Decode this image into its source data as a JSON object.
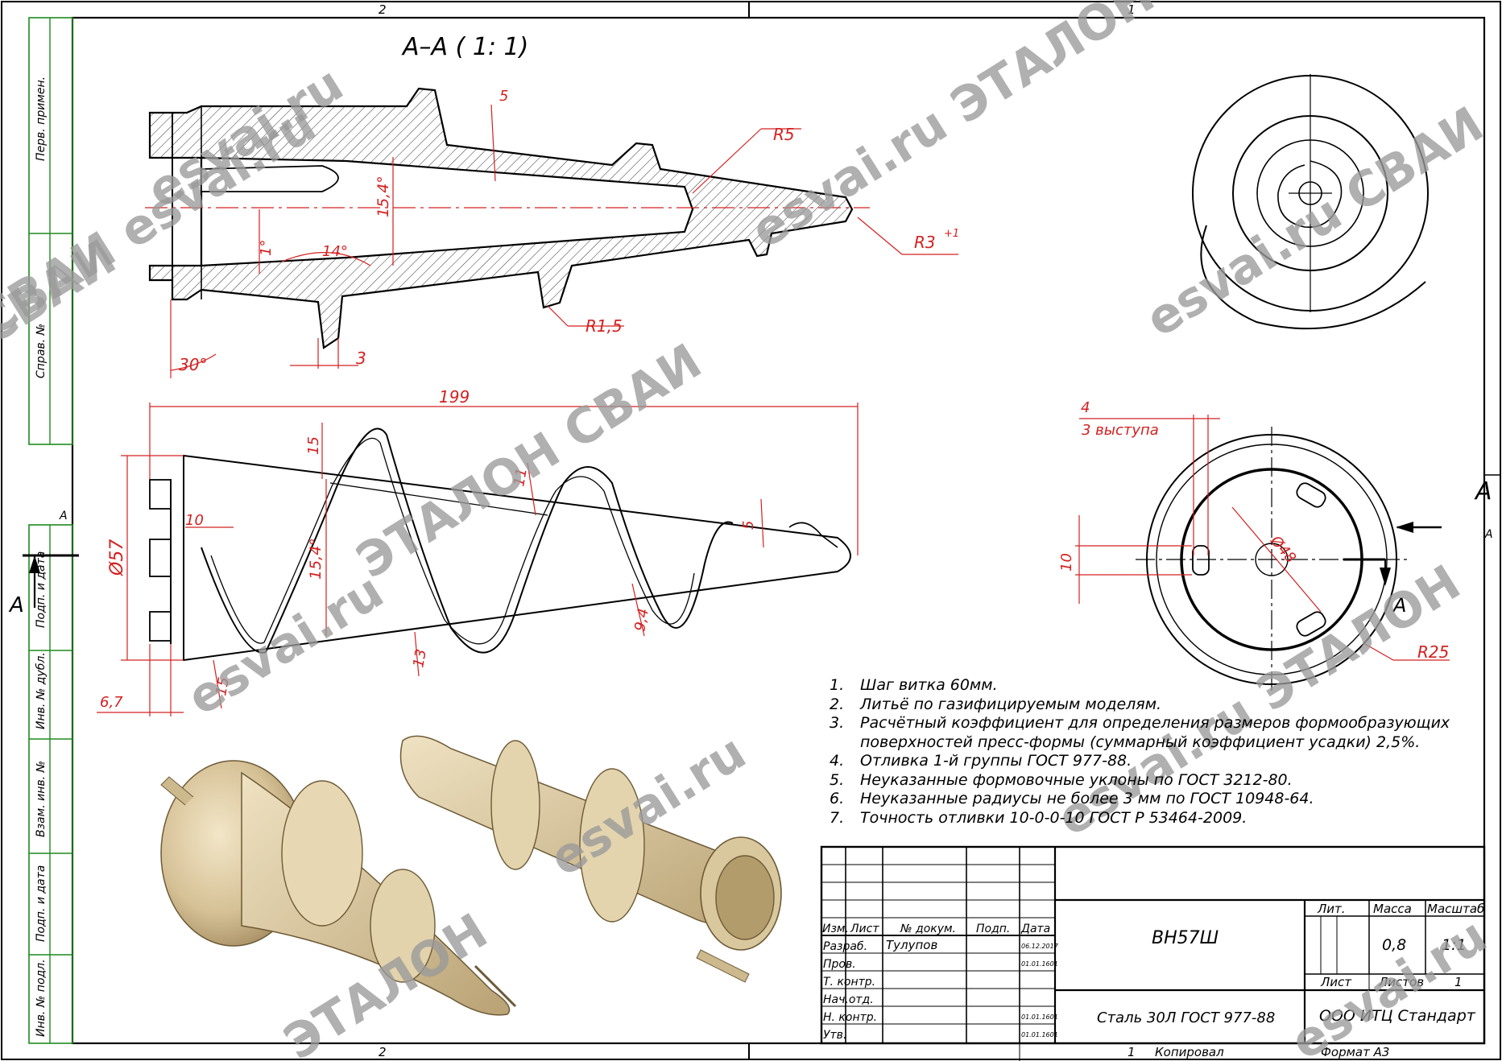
{
  "sheet": {
    "zone_top_left": "2",
    "zone_top_right": "1",
    "zone_bottom_left": "2",
    "zone_bottom_right": "1",
    "zone_right": "A"
  },
  "side_strip": {
    "labels": [
      "Перв. примен.",
      "Справ. №",
      "Подп. и дата",
      "Инв. № дубл.",
      "Взам. инв. №",
      "Подп. и дата",
      "Инв. № подл."
    ]
  },
  "views": {
    "section_title": "А–А ( 1: 1)",
    "section_mark": "А",
    "arrow_label_left": "А",
    "arrow_label_right": "А",
    "arrow_label_mid": "А"
  },
  "dimensions": {
    "section": [
      "5",
      "R5",
      "15,4°",
      "R3",
      "+1",
      "1°",
      "14°",
      "R1,5",
      "30°",
      "3"
    ],
    "side": [
      "199",
      "15",
      "11",
      "5",
      "15,4°",
      "Ø57",
      "10",
      "9,4",
      "13",
      "15",
      "6,7"
    ],
    "end": [
      "4",
      "3 выступа",
      "10",
      "Ø48",
      "R25"
    ]
  },
  "notes": [
    {
      "n": "1.",
      "text": "Шаг витка 60мм."
    },
    {
      "n": "2.",
      "text": "Литьё по газифицируемым моделям."
    },
    {
      "n": "3.",
      "text": "Расчётный коэффициент для определения размеров формообразующих поверхностей пресс-формы (суммарный коэффициент усадки) 2,5%."
    },
    {
      "n": "4.",
      "text": "Отливка 1-й группы ГОСТ 977-88."
    },
    {
      "n": "5.",
      "text": "Неуказанные формовочные уклоны по ГОСТ 3212-80."
    },
    {
      "n": "6.",
      "text": "Неуказанные радиусы не более 3 мм по ГОСТ 10948-64."
    },
    {
      "n": "7.",
      "text": "Точность отливки 10-0-0-10 ГОСТ Р 53464-2009."
    }
  ],
  "title_block": {
    "headers": [
      "Изм.",
      "Лист",
      "№ докум.",
      "Подп.",
      "Дата"
    ],
    "roles": [
      "Разраб.",
      "Пров.",
      "Т. контр.",
      "Нач.отд.",
      "Н. контр.",
      "Утв."
    ],
    "developer": "Тулупов",
    "dates": [
      "06.12.2017",
      "01.01.1601",
      "01.01.1601",
      "01.01.1601"
    ],
    "designation": "ВН57Ш",
    "lit_label": "Лит.",
    "mass_label": "Масса",
    "scale_label": "Масштаб",
    "mass": "0,8",
    "scale": "1:1",
    "sheet_label": "Лист",
    "sheets_label": "Листов",
    "sheets": "1",
    "material": "Сталь 30Л ГОСТ 977-88",
    "organization": "ООО ИТЦ Стандарт",
    "copied": "Копировал",
    "format": "Формат А3"
  },
  "watermarks": [
    "esvai.ru",
    "СВАИ esvai.ru",
    "СВАИ",
    "ЭТАЛОН СВАИ",
    "esvai.ru ЭТАЛОН",
    "esvai.ru",
    "esvai.ru СВАИ",
    "ЭТАЛОН",
    "esvai.ru",
    "esvai.ru ЭТАЛОН",
    "esvai.ru"
  ]
}
